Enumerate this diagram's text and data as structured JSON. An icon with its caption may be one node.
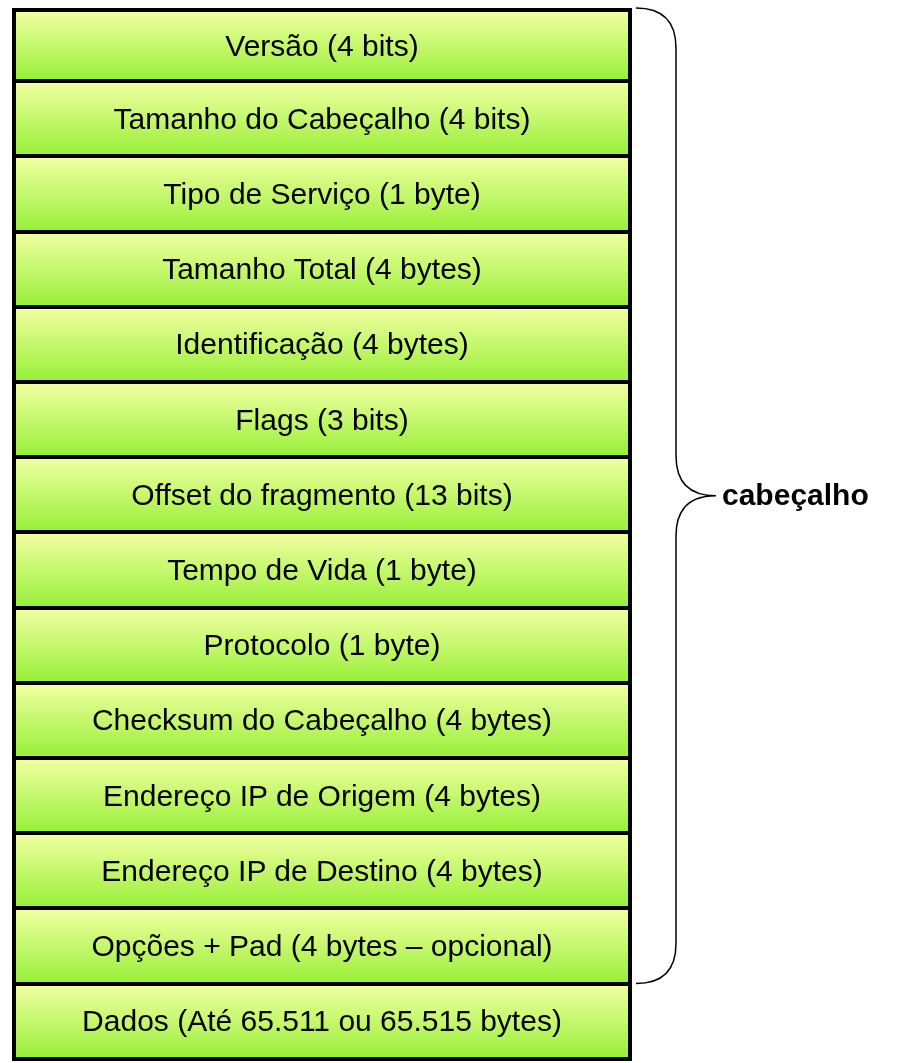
{
  "diagram": {
    "nodes": [
      {
        "text": [
          "Versão (4 bits)"
        ]
      },
      {
        "text": [
          "Tamanho do Cabeçalho (4 bits)"
        ]
      },
      {
        "text": [
          "Tipo de Serviço (1 byte)"
        ]
      },
      {
        "text": [
          "Tamanho Total (4 bytes)"
        ]
      },
      {
        "text": [
          "Identificação (4 bytes)"
        ]
      },
      {
        "text": [
          "Flags (3 bits)"
        ]
      },
      {
        "text": [
          "Offset do fragmento (13 bits)"
        ]
      },
      {
        "text": [
          "Tempo de Vida (1 byte)"
        ]
      },
      {
        "text": [
          "Protocolo (1 byte)"
        ]
      },
      {
        "text": [
          "Checksum do Cabeçalho (4 bytes)"
        ]
      },
      {
        "text": [
          "Endereço IP de Origem (4 bytes)"
        ]
      },
      {
        "text": [
          "Endereço IP de Destino (4 bytes)"
        ]
      },
      {
        "text": [
          "Opções + Pad (4 bytes – opcional)"
        ]
      },
      {
        "text": [
          "Dados (Até 65.511 ou 65.515 bytes)"
        ]
      }
    ],
    "labels": [
      "cabeçalho"
    ]
  }
}
